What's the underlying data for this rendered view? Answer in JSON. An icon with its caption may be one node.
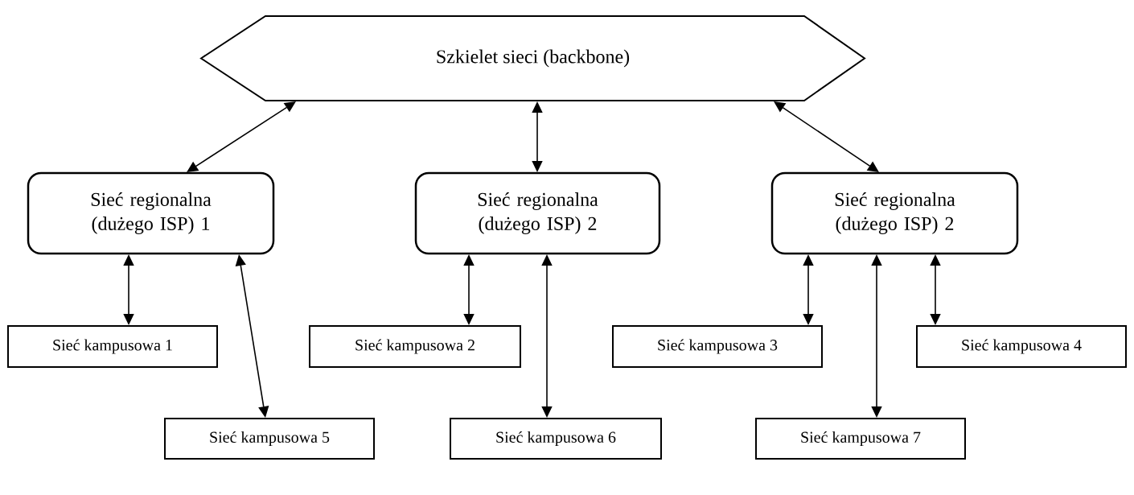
{
  "diagram": {
    "nodes": [
      {
        "text": [
          "Szkielet sieci (backbone)"
        ]
      },
      {
        "text": [
          "Sieć regionalna (dużego ISP) 1"
        ]
      },
      {
        "text": [
          "Sieć regionalna (dużego ISP) 2"
        ]
      },
      {
        "text": [
          "Sieć regionalna (dużego ISP) 2"
        ]
      },
      {
        "text": [
          "Sieć kampusowa 1"
        ]
      },
      {
        "text": [
          "Sieć kampusowa 2"
        ]
      },
      {
        "text": [
          "Sieć kampusowa 3"
        ]
      },
      {
        "text": [
          "Sieć kampusowa 4"
        ]
      },
      {
        "text": [
          "Sieć kampusowa 5"
        ]
      },
      {
        "text": [
          "Sieć kampusowa 6"
        ]
      },
      {
        "text": [
          "Sieć kampusowa 7"
        ]
      }
    ],
    "edges": [
      {
        "from": 0,
        "to": 1,
        "arrow": "both"
      },
      {
        "from": 0,
        "to": 2,
        "arrow": "both"
      },
      {
        "from": 0,
        "to": 3,
        "arrow": "both"
      },
      {
        "from": 1,
        "to": 4,
        "arrow": "both"
      },
      {
        "from": 1,
        "to": 8,
        "arrow": "both"
      },
      {
        "from": 2,
        "to": 5,
        "arrow": "both"
      },
      {
        "from": 2,
        "to": 9,
        "arrow": "both"
      },
      {
        "from": 3,
        "to": 6,
        "arrow": "both"
      },
      {
        "from": 3,
        "to": 10,
        "arrow": "both"
      },
      {
        "from": 3,
        "to": 7,
        "arrow": "both"
      }
    ]
  }
}
